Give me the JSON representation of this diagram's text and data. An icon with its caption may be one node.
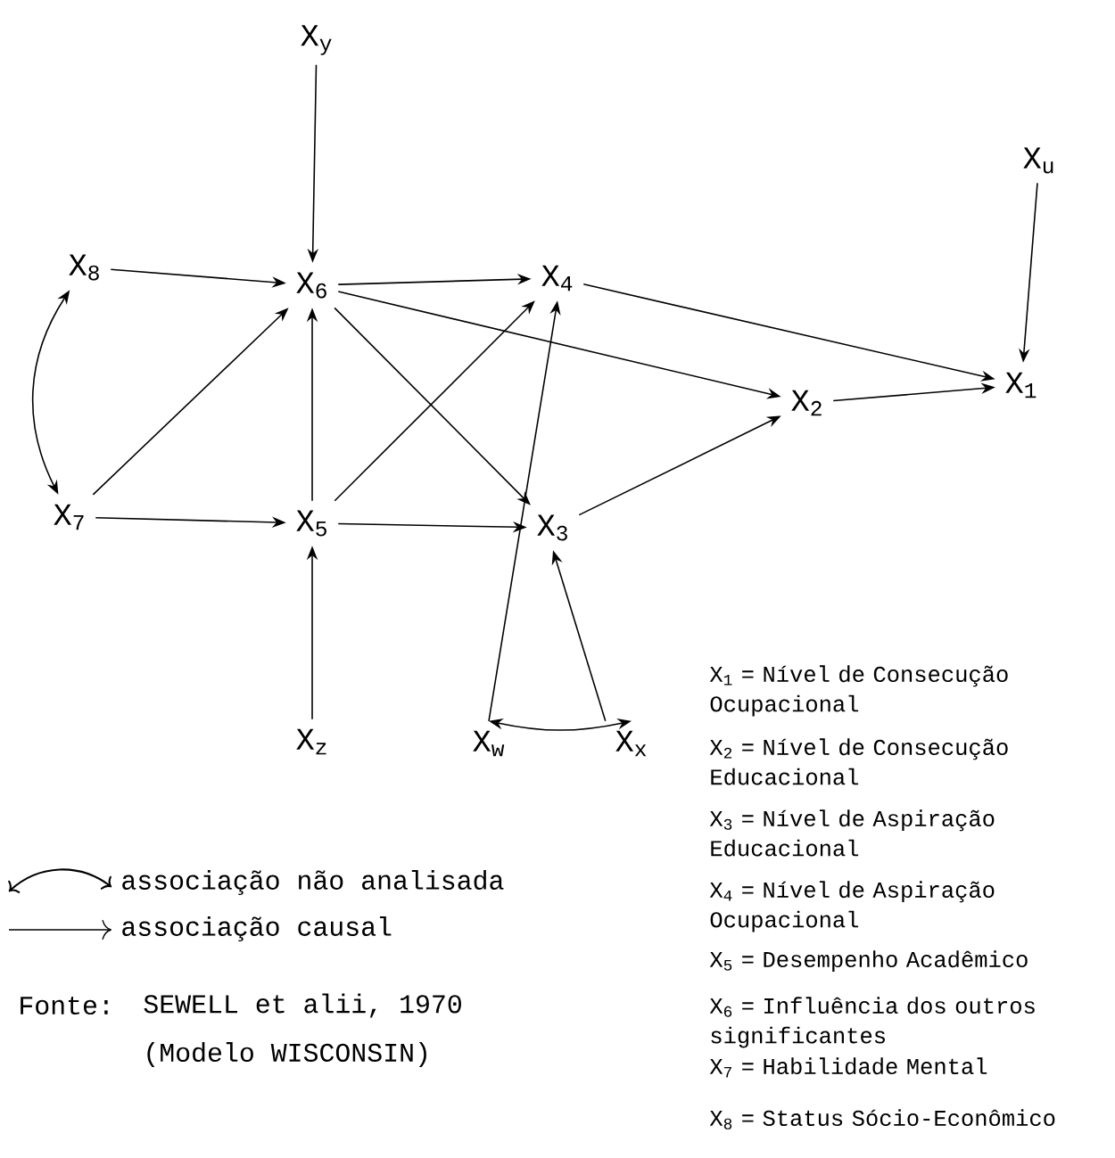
{
  "diagram": {
    "nodes": [
      {
        "text": [
          "X$_{y}$"
        ]
      },
      {
        "text": [
          "X$_{u}$"
        ]
      },
      {
        "text": [
          "X$_{8}$"
        ]
      },
      {
        "text": [
          "X$_{6}$"
        ]
      },
      {
        "text": [
          "X$_{4}$"
        ]
      },
      {
        "text": [
          "X$_{2}$"
        ]
      },
      {
        "text": [
          "X$_{1}$"
        ]
      },
      {
        "text": [
          "X$_{7}$"
        ]
      },
      {
        "text": [
          "X$_{5}$"
        ]
      },
      {
        "text": [
          "X$_{3}$"
        ]
      },
      {
        "text": [
          "X$_{z}$"
        ]
      },
      {
        "text": [
          "X$_{w}$"
        ]
      },
      {
        "text": [
          "X$_{x}$"
        ]
      }
    ],
    "edges": [
      {
        "from": 0,
        "to": 3,
        "arrow": "to"
      },
      {
        "from": 1,
        "to": 6,
        "arrow": "to"
      },
      {
        "from": 2,
        "to": 3,
        "arrow": "to"
      },
      {
        "from": 2,
        "to": 7,
        "arrow": "both"
      },
      {
        "from": 7,
        "to": 3,
        "arrow": "to"
      },
      {
        "from": 7,
        "to": 8,
        "arrow": "to"
      },
      {
        "from": 8,
        "to": 3,
        "arrow": "to"
      },
      {
        "from": 3,
        "to": 4,
        "arrow": "to"
      },
      {
        "from": 3,
        "to": 5,
        "arrow": "to"
      },
      {
        "from": 3,
        "to": 9,
        "arrow": "to"
      },
      {
        "from": 8,
        "to": 4,
        "arrow": "to"
      },
      {
        "from": 8,
        "to": 9,
        "arrow": "to"
      },
      {
        "from": 11,
        "to": 4,
        "arrow": "to"
      },
      {
        "from": 12,
        "to": 9,
        "arrow": "to"
      },
      {
        "from": 11,
        "to": 12,
        "arrow": "both"
      },
      {
        "from": 9,
        "to": 5,
        "arrow": "to"
      },
      {
        "from": 4,
        "to": 6,
        "arrow": "to"
      },
      {
        "from": 5,
        "to": 6,
        "arrow": "to"
      },
      {
        "from": 10,
        "to": 8,
        "arrow": "to"
      }
    ],
    "labels": [
      "X$_{1}$ = Nível de Consecução Ocupacional",
      "X$_{2}$ = Nível de Consecução Educacional",
      "X$_{3}$ = Nível de Aspiração Educacional",
      "X$_{4}$ = Nível de Aspiração Ocupacional",
      "X$_{5}$ = Desempenho Acadêmico",
      "X$_{6}$ = Influência dos outros significantes",
      "X$_{7}$ = Habilidade Mental",
      "X$_{8}$ = Status Sócio-Econômico",
      "Fonte:",
      "SEWELL et alii, 1970",
      "(Modelo WISCONSIN)"
    ],
    "legend": [
      {
        "text": "associação não analisada"
      },
      {
        "text": "associação causal"
      }
    ]
  }
}
